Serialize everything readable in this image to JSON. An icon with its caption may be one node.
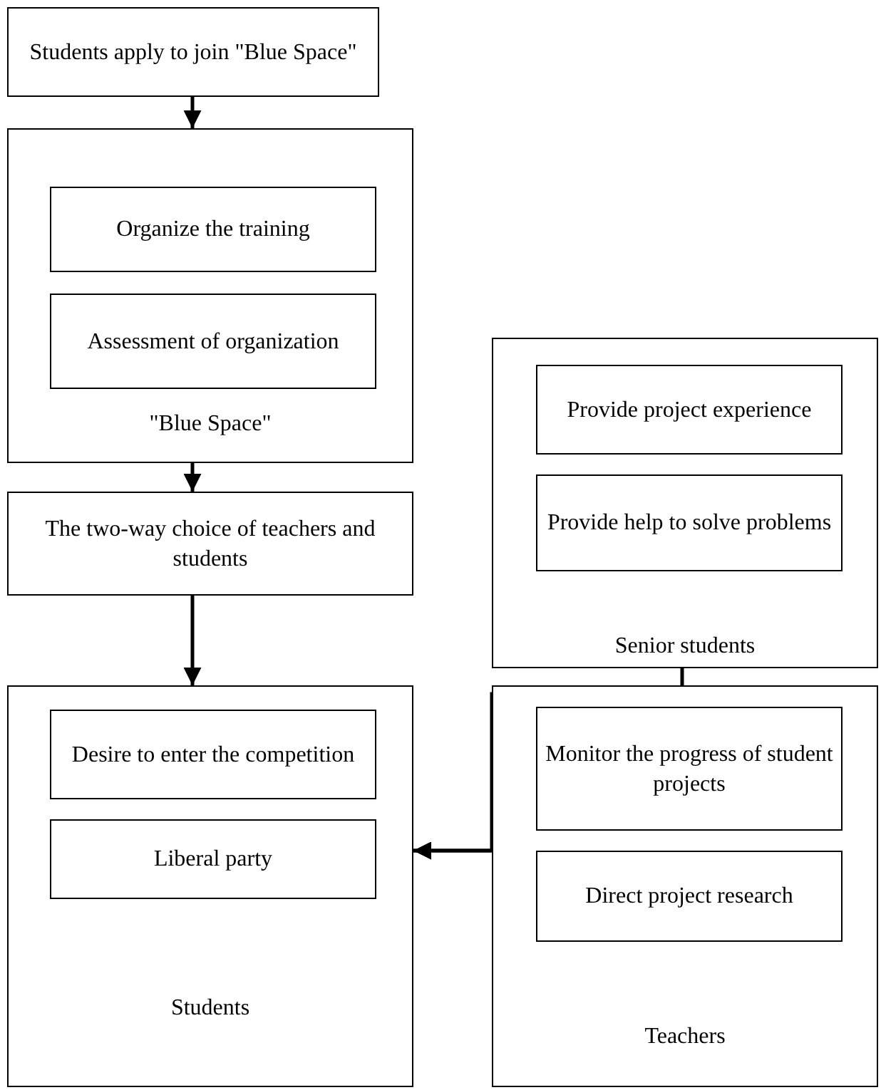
{
  "diagram": {
    "nodes": [
      {
        "text": [
          "Students apply to join \"Blue Space\""
        ]
      },
      {
        "text": [
          "\"Blue Space\""
        ]
      },
      {
        "text": [
          "Organize the training"
        ],
        "in": 1
      },
      {
        "text": [
          "Assessment of organization"
        ],
        "in": 1
      },
      {
        "text": [
          "The two-way choice of teachers and students"
        ]
      },
      {
        "text": [
          "Students"
        ]
      },
      {
        "text": [
          "Desire to enter the competition"
        ],
        "in": 5
      },
      {
        "text": [
          "Liberal party"
        ],
        "in": 5
      },
      {
        "text": [
          "Senior students"
        ]
      },
      {
        "text": [
          "Provide project experience"
        ],
        "in": 8
      },
      {
        "text": [
          "Provide help to solve problems"
        ],
        "in": 8
      },
      {
        "text": [
          "Teachers"
        ]
      },
      {
        "text": [
          "Monitor the progress of student projects"
        ],
        "in": 11
      },
      {
        "text": [
          "Direct project research"
        ],
        "in": 11
      }
    ],
    "edges": [
      {
        "from": 0,
        "to": 1,
        "arrow": "to"
      },
      {
        "from": 1,
        "to": 4,
        "arrow": "to"
      },
      {
        "from": 4,
        "to": 5,
        "arrow": "to"
      },
      {
        "from": 8,
        "to": 5,
        "arrow": "to"
      },
      {
        "from": 11,
        "to": 5,
        "arrow": "to"
      }
    ]
  }
}
